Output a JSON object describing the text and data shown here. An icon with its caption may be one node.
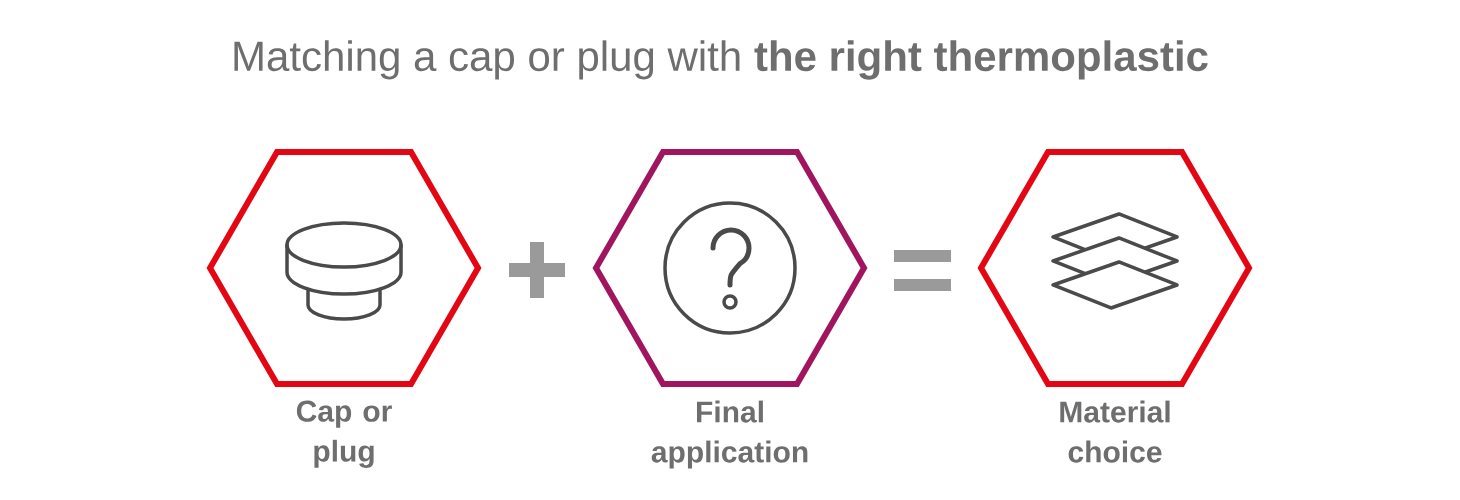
{
  "diagram": {
    "title": "Matching a cap or plug with **the right thermoplastic**",
    "nodes": [
      {
        "text": [
          "Cap or plug"
        ]
      },
      {
        "text": [
          "Final application"
        ]
      },
      {
        "text": [
          "Material choice"
        ]
      }
    ]
  }
}
